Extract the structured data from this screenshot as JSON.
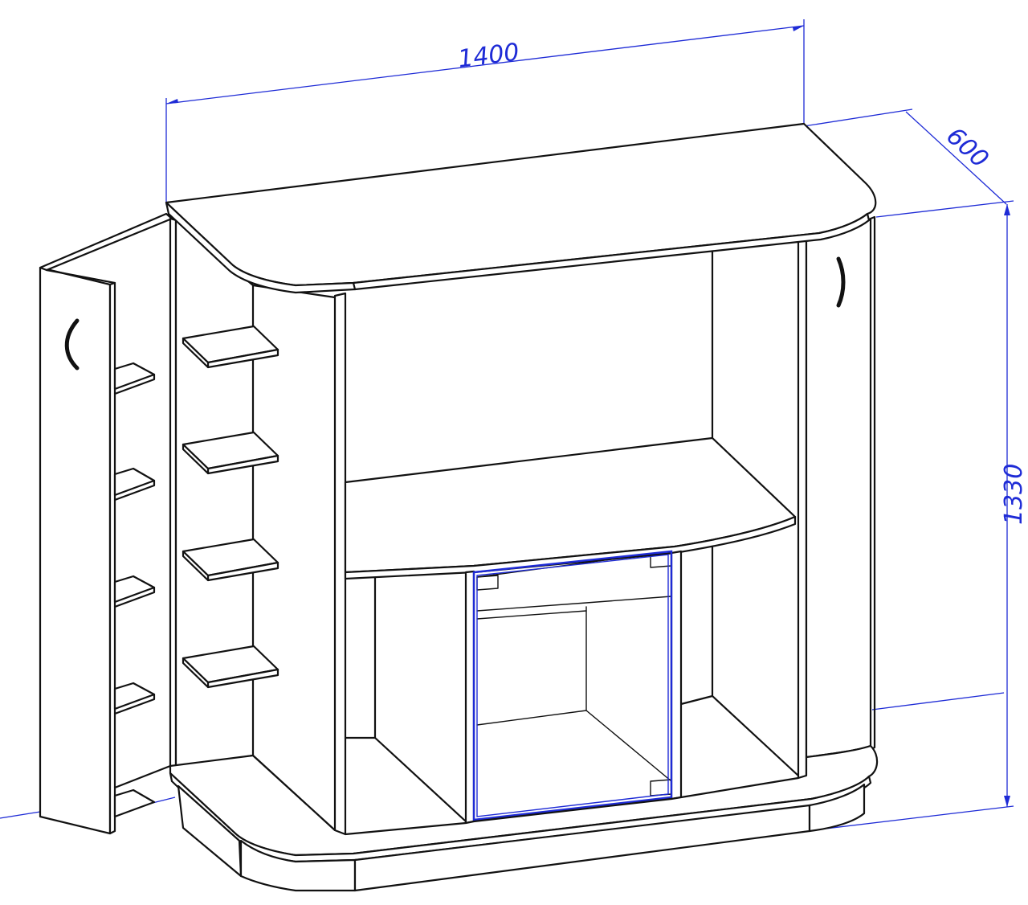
{
  "drawing": {
    "subject": "tv-cabinet-isometric",
    "colors": {
      "line": "#111111",
      "dimension": "#1e2bd6",
      "background": "#ffffff"
    }
  },
  "dimensions": {
    "width": "1400",
    "depth": "600",
    "height": "1330"
  }
}
